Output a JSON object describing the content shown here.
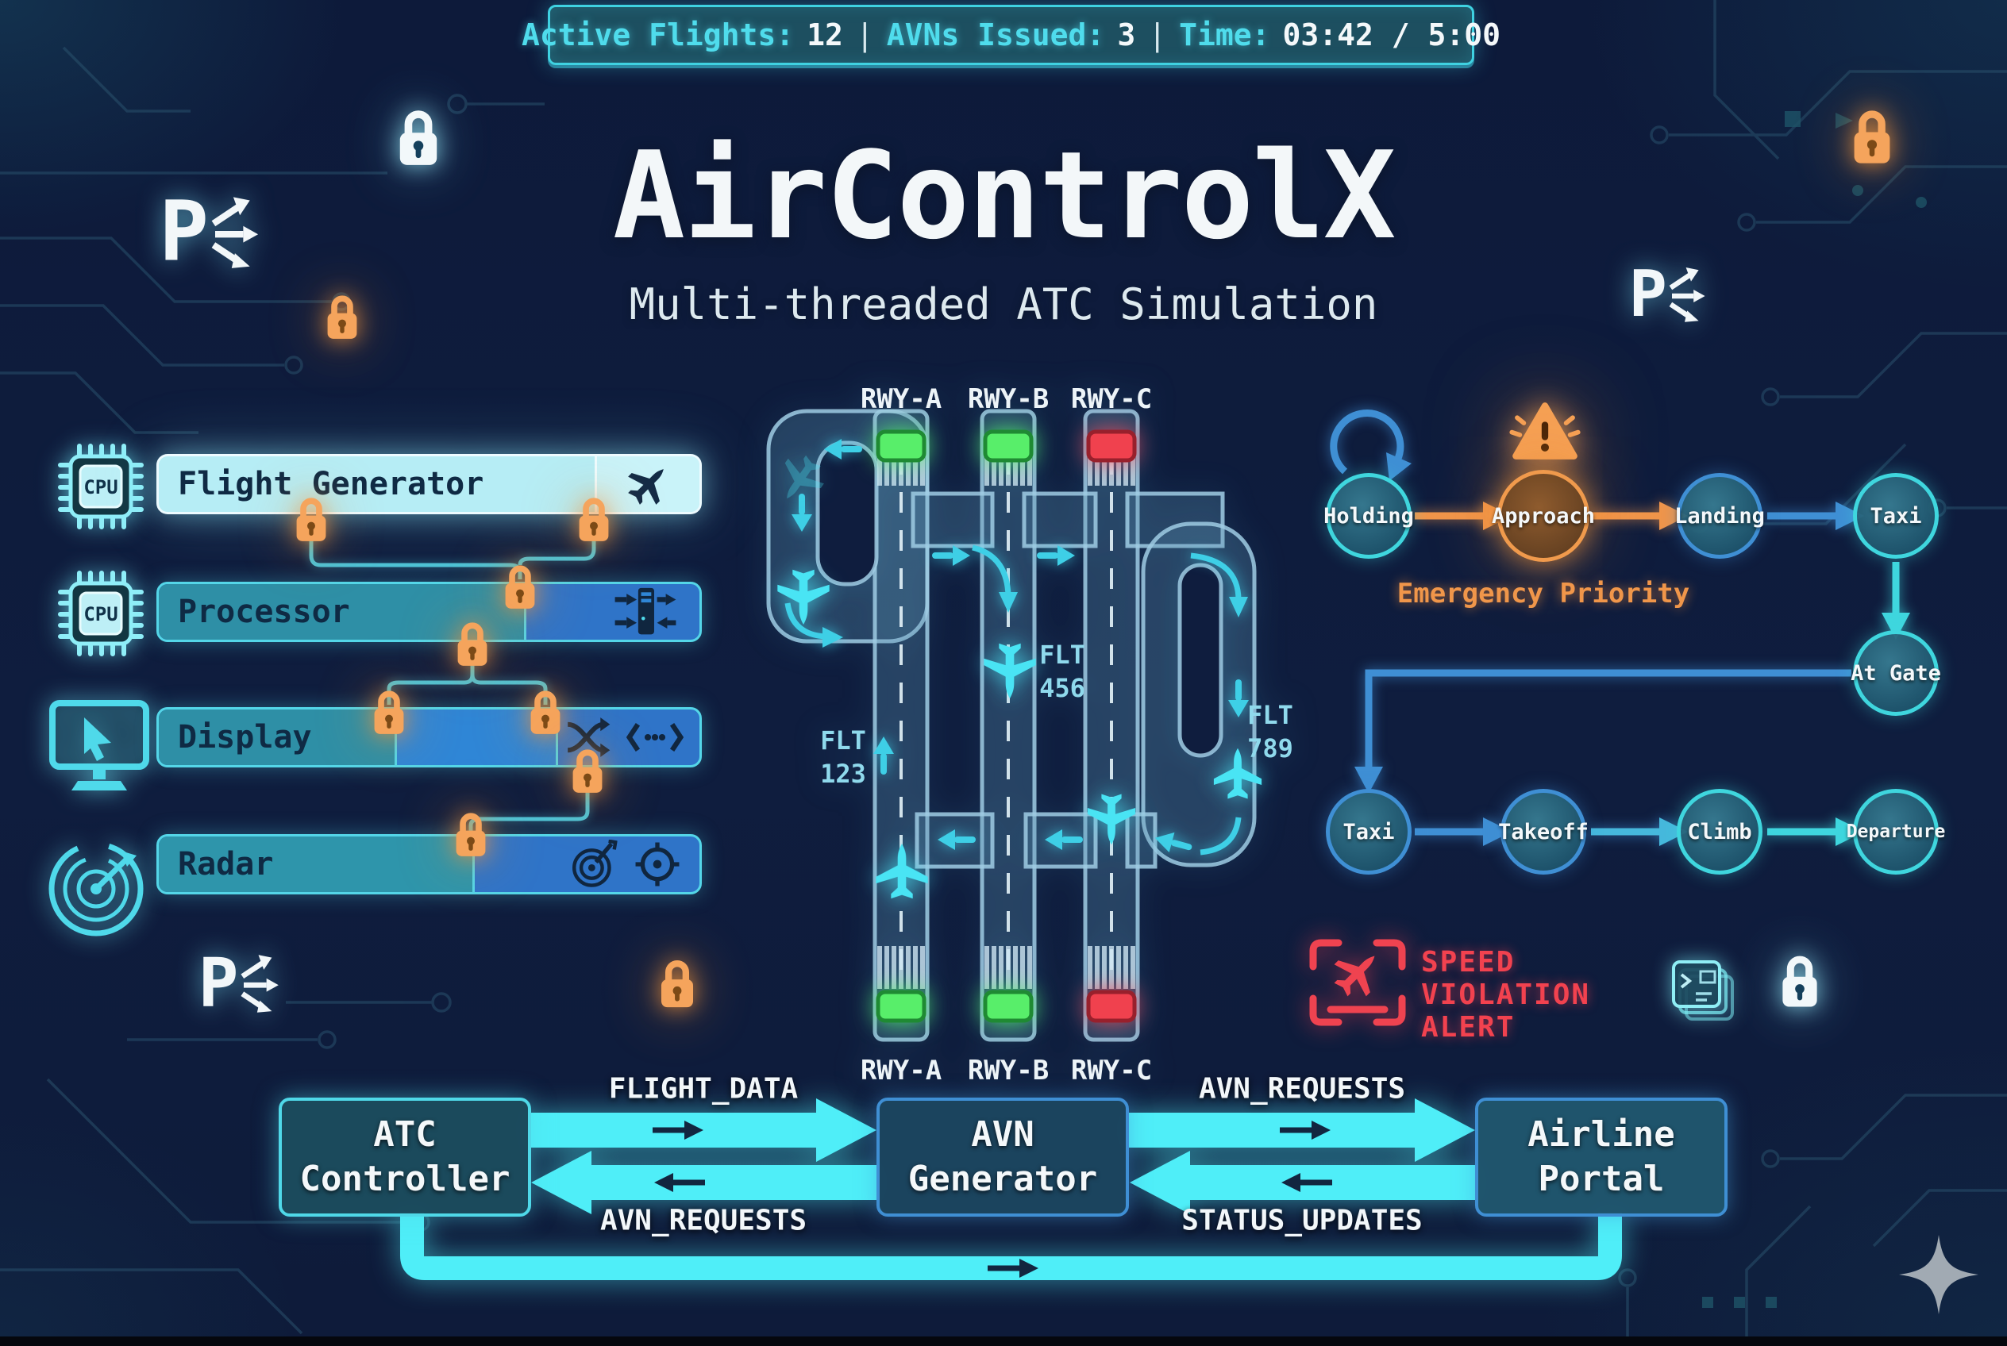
{
  "status_bar": {
    "active_flights_label": "Active Flights:",
    "active_flights_value": "12",
    "divider": "|",
    "avns_label": "AVNs Issued:",
    "avns_value": "3",
    "time_label": "Time:",
    "time_value": "03:42 / 5:00"
  },
  "header": {
    "title": "AirControlX",
    "subtitle": "Multi-threaded ATC Simulation"
  },
  "threads": {
    "chip_label": "CPU",
    "rows": [
      {
        "label": "Flight Generator"
      },
      {
        "label": "Processor"
      },
      {
        "label": "Display"
      },
      {
        "label": "Radar"
      }
    ]
  },
  "runways": {
    "top_labels": [
      "RWY-A",
      "RWY-B",
      "RWY-C"
    ],
    "bottom_labels": [
      "RWY-A",
      "RWY-B",
      "RWY-C"
    ],
    "flights": [
      {
        "code": "FLT",
        "number": "123"
      },
      {
        "code": "FLT",
        "number": "456"
      },
      {
        "code": "FLT",
        "number": "789"
      }
    ],
    "light_open_color": "#58ee6a",
    "light_closed_color": "#f0414e"
  },
  "state_machine": {
    "states": [
      {
        "label": "Holding"
      },
      {
        "label": "Approach"
      },
      {
        "label": "Landing"
      },
      {
        "label": "Taxi"
      },
      {
        "label": "At Gate"
      },
      {
        "label": "Taxi"
      },
      {
        "label": "Takeoff"
      },
      {
        "label": "Climb"
      },
      {
        "label": "Departure"
      }
    ],
    "emergency_note": "Emergency Priority"
  },
  "alert": {
    "line1": "SPEED",
    "line2": "VIOLATION",
    "line3": "ALERT"
  },
  "ipc": {
    "boxes": [
      {
        "line1": "ATC",
        "line2": "Controller"
      },
      {
        "line1": "AVN",
        "line2": "Generator"
      },
      {
        "line1": "Airline",
        "line2": "Portal"
      }
    ],
    "channels": {
      "flight_data": "FLIGHT_DATA",
      "avn_requests_left": "AVN_REQUESTS",
      "avn_requests_right": "AVN_REQUESTS",
      "status_updates": "STATUS_UPDATES"
    }
  },
  "colors": {
    "accent_cyan": "#4fd9ea",
    "lock_orange": "#f5a45c",
    "alert_red": "#f2424f",
    "state_blue": "#3f8fd4",
    "state_teal": "#3fd6de",
    "arrow_cyan": "#4feef8"
  }
}
